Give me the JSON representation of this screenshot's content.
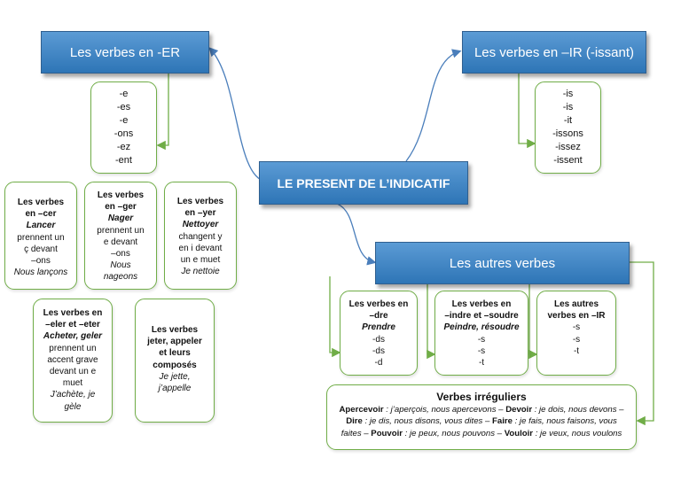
{
  "center": "LE PRESENT DE L’INDICATIF",
  "er": {
    "title": "Les verbes en -ER",
    "endings": [
      "-e",
      "-es",
      "-e",
      "-ons",
      "-ez",
      "-ent"
    ],
    "cer": {
      "l1": "Les verbes",
      "l2": "en –cer",
      "ex": "Lancer",
      "d1": "prennent un",
      "d2": "ç devant",
      "d3": "–ons",
      "sample": "Nous lançons"
    },
    "ger": {
      "l1": "Les verbes",
      "l2": "en –ger",
      "ex": "Nager",
      "d1": "prennent un",
      "d2": "e devant",
      "d3": "–ons",
      "s1": "Nous",
      "s2": "nageons"
    },
    "yer": {
      "l1": "Les verbes",
      "l2": "en –yer",
      "ex": "Nettoyer",
      "d1": "changent y",
      "d2": "en i devant",
      "d3": "un e muet",
      "sample": "Je nettoie"
    },
    "eler": {
      "l1": "Les verbes en",
      "l2": "–eler et –eter",
      "ex": "Acheter, geler",
      "d1": "prennent un",
      "d2": "accent grave",
      "d3": "devant un e",
      "d4": "muet",
      "s1": "J’achète, je",
      "s2": "gèle"
    },
    "jeter": {
      "l1": "Les verbes",
      "l2": "jeter, appeler",
      "l3": "et leurs",
      "l4": "composés",
      "s1": "Je jette,",
      "s2": "j’appelle"
    }
  },
  "ir": {
    "title": "Les verbes en –IR (-issant)",
    "endings": [
      "-is",
      "-is",
      "-it",
      "-issons",
      "-issez",
      "-issent"
    ]
  },
  "autres": {
    "title": "Les autres verbes",
    "dre": {
      "l1": "Les verbes en",
      "l2": "–dre",
      "ex": "Prendre",
      "endings": [
        "-ds",
        "-ds",
        "-d"
      ]
    },
    "indre": {
      "l1": "Les verbes en",
      "l2": "–indre et –soudre",
      "ex": "Peindre, résoudre",
      "endings": [
        "-s",
        "-s",
        "-t"
      ]
    },
    "autres_ir": {
      "l1": "Les autres",
      "l2": "verbes en –IR",
      "endings": [
        "-s",
        "-s",
        "-t"
      ]
    },
    "irreg": {
      "title": "Verbes irréguliers",
      "apercevoir_b": "Apercevoir",
      "apercevoir_t": " : j’aperçois, nous apercevons – ",
      "devoir_b": "Devoir",
      "devoir_t": " : je dois, nous devons –",
      "dire_b": "Dire",
      "dire_t": " : je dis, nous disons, vous dites – ",
      "faire_b": "Faire",
      "faire_t": " : je fais, nous faisons, vous",
      "faites_t": "faites – ",
      "pouvoir_b": "Pouvoir",
      "pouvoir_t": " : je peux, nous pouvons – ",
      "vouloir_b": "Vouloir",
      "vouloir_t": " : je veux, nous voulons"
    }
  },
  "colors": {
    "blue": "#2e75b6",
    "green": "#70ad47",
    "arrow": "#4a7ebb"
  }
}
